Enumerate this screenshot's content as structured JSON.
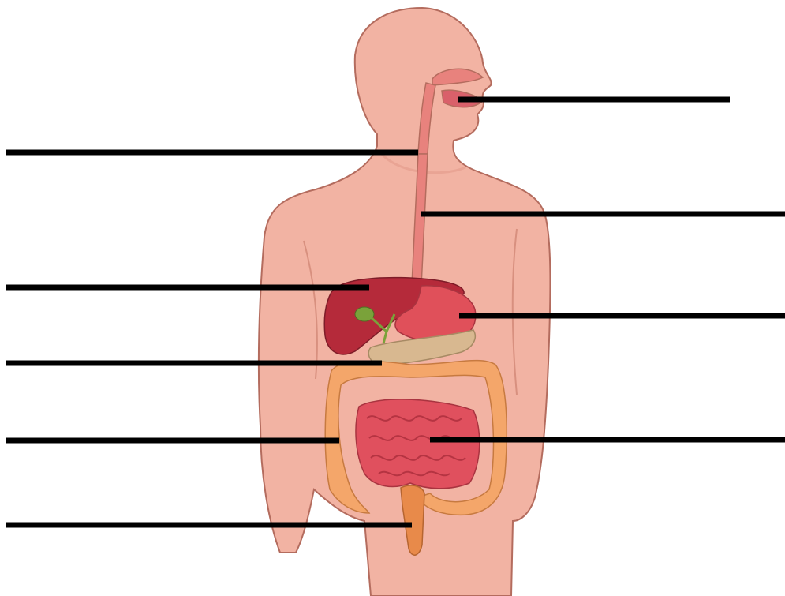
{
  "diagram": {
    "type": "unlabeled-digestive-system-worksheet",
    "colors": {
      "background": "#ffffff",
      "skin": "#f2b3a3",
      "skin_shadow": "#e39a8a",
      "outline": "#b46c5e",
      "esophagus": "#e8827d",
      "liver": "#b52a3a",
      "gallbladder": "#7aa23a",
      "stomach": "#e0505a",
      "pancreas": "#d8b890",
      "large_intestine": "#f4a66a",
      "small_intestine": "#e0505e",
      "rectum": "#e88a4a",
      "leader_line": "#000000"
    },
    "labels": [
      {
        "id": "mouth",
        "text": ""
      },
      {
        "id": "pharynx",
        "text": ""
      },
      {
        "id": "esophagus",
        "text": ""
      },
      {
        "id": "liver",
        "text": ""
      },
      {
        "id": "stomach",
        "text": ""
      },
      {
        "id": "pancreas",
        "text": ""
      },
      {
        "id": "large-intestine",
        "text": ""
      },
      {
        "id": "small-intestine",
        "text": ""
      },
      {
        "id": "rectum",
        "text": ""
      }
    ]
  }
}
